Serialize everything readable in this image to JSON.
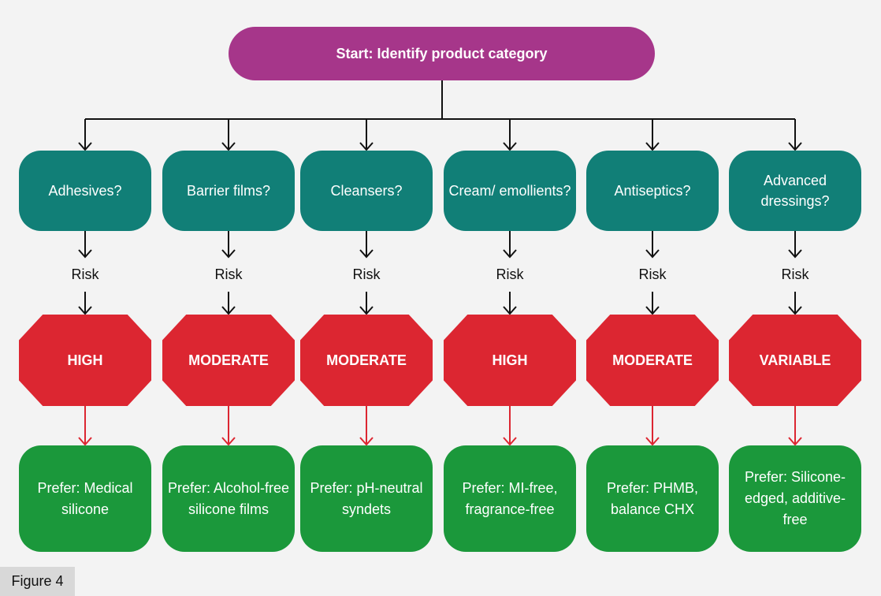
{
  "start": {
    "label": "Start: Identify product category",
    "color": "#a6368a"
  },
  "risk_label": "Risk",
  "columns": [
    {
      "category": "Adhesives?",
      "risk": "HIGH",
      "recommendation": "Prefer: Medical silicone"
    },
    {
      "category": "Barrier films?",
      "risk": "MODERATE",
      "recommendation": "Prefer: Alcohol-free silicone films"
    },
    {
      "category": "Cleansers?",
      "risk": "MODERATE",
      "recommendation": "Prefer: pH-neutral syndets"
    },
    {
      "category": "Cream/ emollients?",
      "risk": "HIGH",
      "recommendation": "Prefer: MI-free, fragrance-free"
    },
    {
      "category": "Antiseptics?",
      "risk": "MODERATE",
      "recommendation": "Prefer: PHMB, balance CHX"
    },
    {
      "category": "Advanced dressings?",
      "risk": "VARIABLE",
      "recommendation": "Prefer: Silicone-edged, additive-free"
    }
  ],
  "colors": {
    "category": "#117f77",
    "risk": "#dc2631",
    "recommendation": "#1b983b"
  },
  "figure_label": "Figure 4"
}
